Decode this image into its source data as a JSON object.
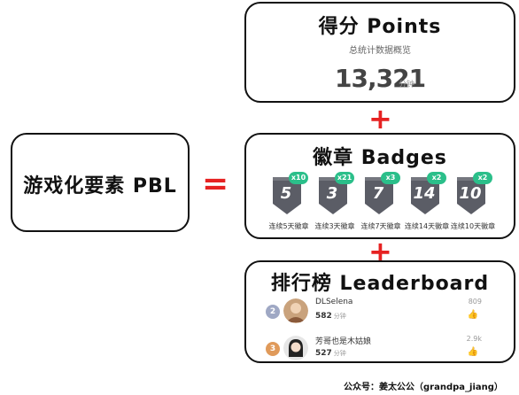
{
  "pbl": {
    "label": "游戏化要素  PBL",
    "equals": "="
  },
  "plus": "+",
  "points": {
    "title": "得分 Points",
    "subtitle": "总统计数据概览",
    "value": "13,321",
    "unit": "分钟"
  },
  "badges": {
    "title": "徽章 Badges",
    "badge_color": "#5b5d66",
    "count_color": "#2bbf8a",
    "items": [
      {
        "num": "5",
        "count": "x10",
        "caption": "连续5天徽章"
      },
      {
        "num": "3",
        "count": "x21",
        "caption": "连续3天徽章"
      },
      {
        "num": "7",
        "count": "x3",
        "caption": "连续7天徽章"
      },
      {
        "num": "14",
        "count": "x2",
        "caption": "连续14天徽章"
      },
      {
        "num": "10",
        "count": "x2",
        "caption": "连续10天徽章"
      }
    ]
  },
  "leaderboard": {
    "title": "排行榜  Leaderboard",
    "rows": [
      {
        "rank": "2",
        "name": "DLSelena",
        "score": "582",
        "unit": "分钟",
        "likes": "809",
        "rank_color": "#9fa8c4"
      },
      {
        "rank": "3",
        "name": "芳哥也是木姑娘",
        "score": "527",
        "unit": "分钟",
        "likes": "2.9k",
        "rank_color": "#e09a5a"
      }
    ]
  },
  "footer": "公众号：姜太公公（grandpa_jiang）"
}
